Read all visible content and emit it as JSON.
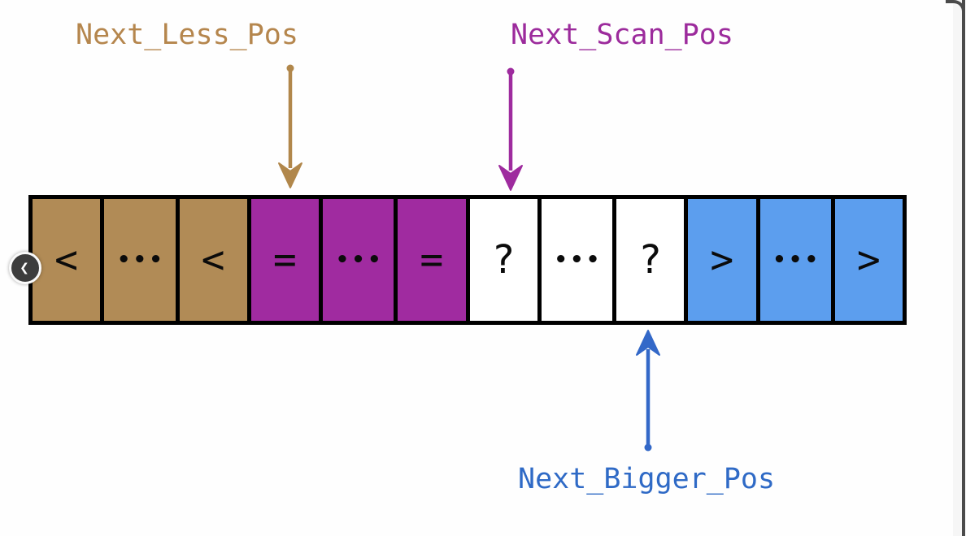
{
  "pointers": {
    "next_less": {
      "label": "Next_Less_Pos",
      "color": "#b5864d",
      "arrow_direction": "down",
      "points_to_cell_index": 3
    },
    "next_scan": {
      "label": "Next_Scan_Pos",
      "color": "#9c2b9c",
      "arrow_direction": "down",
      "points_to_cell_index": 6
    },
    "next_bigger": {
      "label": "Next_Bigger_Pos",
      "color": "#2f6ac6",
      "arrow_direction": "up",
      "points_to_cell_index": 8
    }
  },
  "array": {
    "cells": [
      {
        "symbol": "<",
        "group": "less"
      },
      {
        "symbol": "•••",
        "group": "less"
      },
      {
        "symbol": "<",
        "group": "less"
      },
      {
        "symbol": "=",
        "group": "equal"
      },
      {
        "symbol": "•••",
        "group": "equal"
      },
      {
        "symbol": "=",
        "group": "equal"
      },
      {
        "symbol": "?",
        "group": "unknown"
      },
      {
        "symbol": "•••",
        "group": "unknown"
      },
      {
        "symbol": "?",
        "group": "unknown"
      },
      {
        "symbol": ">",
        "group": "bigger"
      },
      {
        "symbol": "•••",
        "group": "bigger"
      },
      {
        "symbol": ">",
        "group": "bigger"
      }
    ],
    "group_colors": {
      "less": "#b18b56",
      "equal": "#a02ba0",
      "unknown": "#ffffff",
      "bigger": "#5c9eee"
    },
    "border_color": "#000000"
  },
  "carousel": {
    "prev_icon": "❮"
  }
}
